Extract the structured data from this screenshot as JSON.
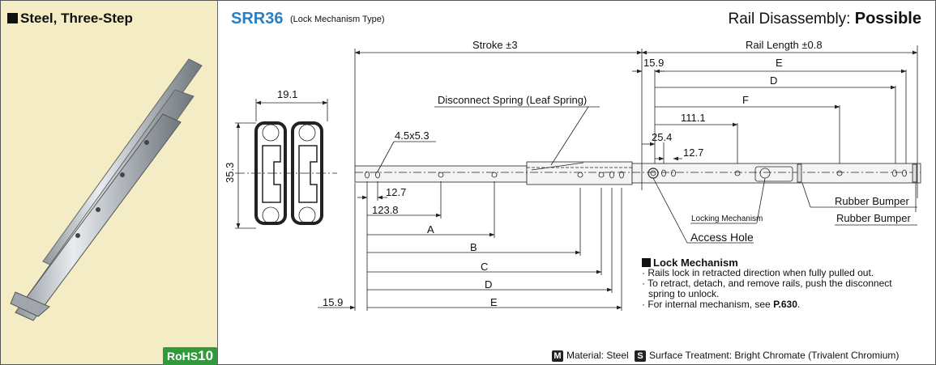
{
  "left_panel": {
    "title": "Steel, Three-Step",
    "rohs_label": "RoHS",
    "rohs_number": "10"
  },
  "header": {
    "model": "SRR36",
    "model_subtitle": "(Lock Mechanism Type)",
    "disassembly_label": "Rail Disassembly:",
    "disassembly_value": "Possible"
  },
  "dimensions": {
    "stroke": "Stroke ±3",
    "rail_length": "Rail Length ±0.8",
    "d15_9_top": "15.9",
    "E_top": "E",
    "D_top": "D",
    "F_top": "F",
    "d111_1": "111.1",
    "d25_4": "25.4",
    "d12_7_right": "12.7",
    "d19_1": "19.1",
    "d35_3": "35.3",
    "hole": "4.5x5.3",
    "d12_7_left": "12.7",
    "d123_8": "123.8",
    "A": "A",
    "B": "B",
    "C": "C",
    "D_bot": "D",
    "E_bot": "E",
    "d15_9_bot": "15.9"
  },
  "callouts": {
    "disconnect_spring": "Disconnect Spring (Leaf Spring)",
    "locking_mechanism": "Locking Mechanism",
    "access_hole": "Access Hole",
    "rubber_bumper_1": "Rubber Bumper",
    "rubber_bumper_2": "Rubber Bumper"
  },
  "lock_mechanism": {
    "heading": "Lock Mechanism",
    "line1": "· Rails lock in retracted direction when fully pulled out.",
    "line2": "· To retract, detach, and remove rails, push the disconnect",
    "line3": "spring to unlock.",
    "line4_prefix": "· For internal mechanism, see",
    "line4_page": "P.630",
    "line4_suffix": "."
  },
  "footer": {
    "material_badge": "M",
    "material": "Material: Steel",
    "surface_badge": "S",
    "surface": "Surface Treatment: Bright Chromate (Trivalent Chromium)"
  }
}
